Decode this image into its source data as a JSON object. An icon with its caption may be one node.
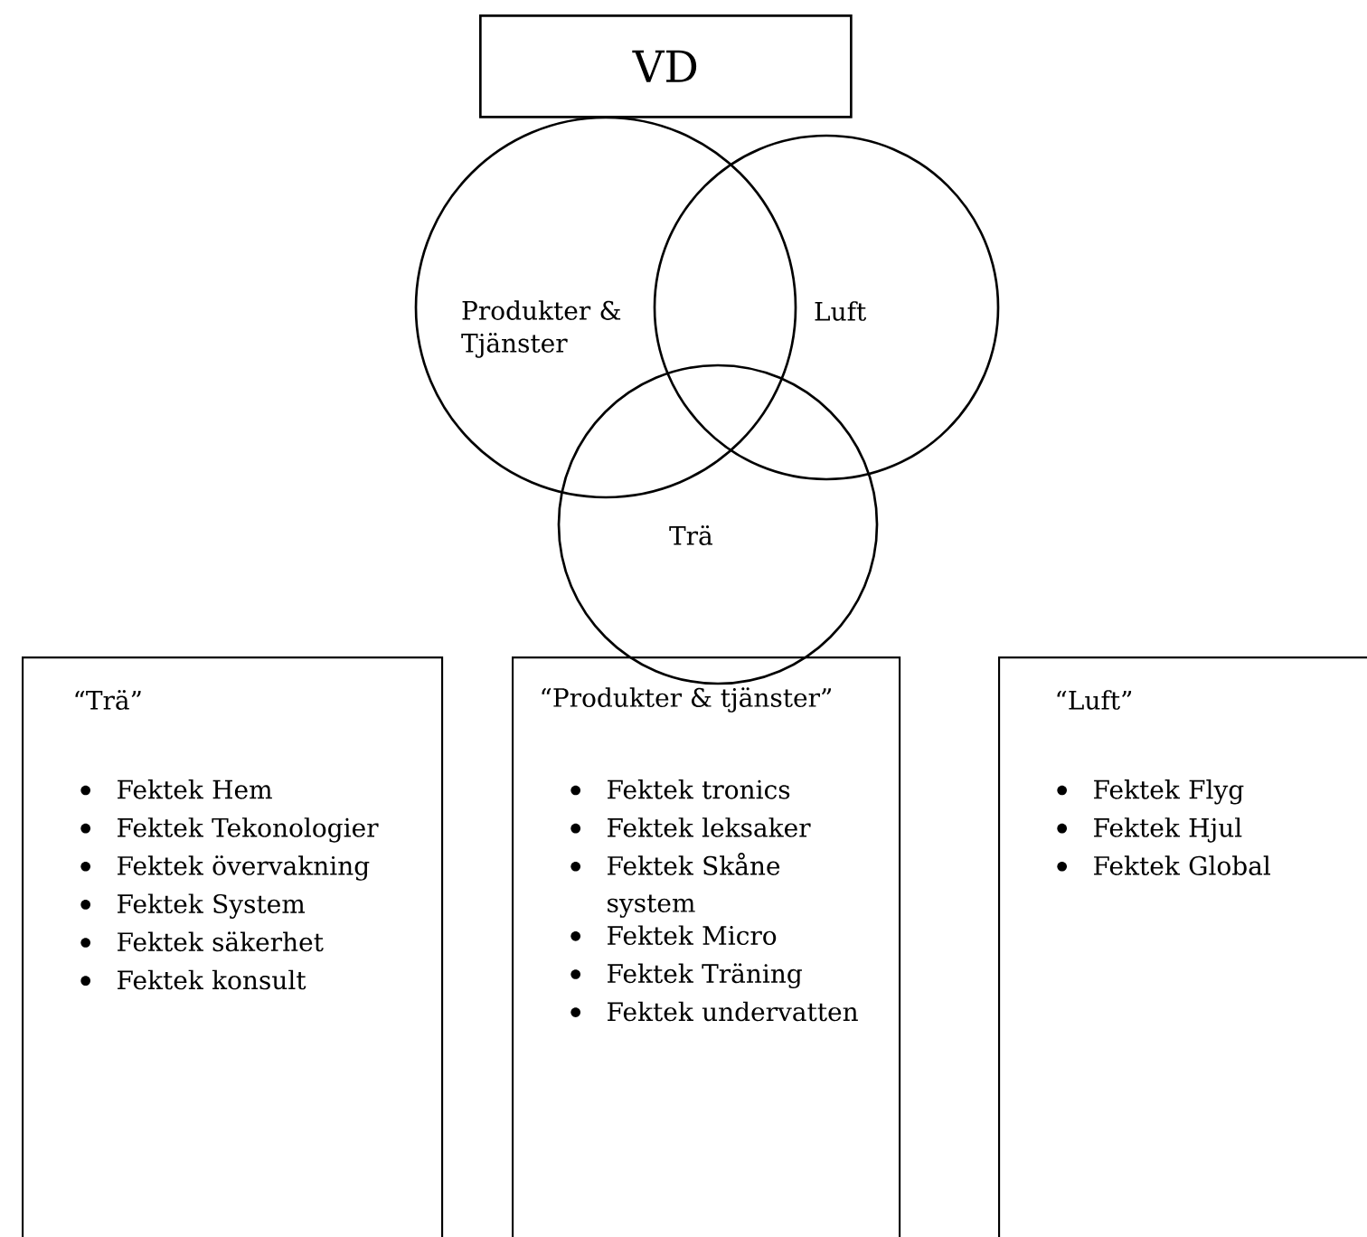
{
  "diagram": {
    "nodes": [
      {
        "text": [
          "VD"
        ]
      },
      {
        "text": [
          "Produkter & Tjänster"
        ]
      },
      {
        "text": [
          "Luft"
        ]
      },
      {
        "text": [
          "Trä"
        ]
      },
      {
        "text": [
          "“Trä”",
          "Fektek Hem",
          "Fektek Tekonologier",
          "Fektek övervakning",
          "Fektek System",
          "Fektek säkerhet",
          "Fektek konsult"
        ]
      },
      {
        "text": [
          "“Produkter & tjänster”",
          "Fektek tronics",
          "Fektek leksaker",
          "Fektek Skåne system",
          "Fektek Micro",
          "Fektek Träning",
          "Fektek undervatten"
        ]
      },
      {
        "text": [
          "“Luft”",
          "Fektek Flyg",
          "Fektek Hjul",
          "Fektek Global"
        ]
      }
    ]
  }
}
